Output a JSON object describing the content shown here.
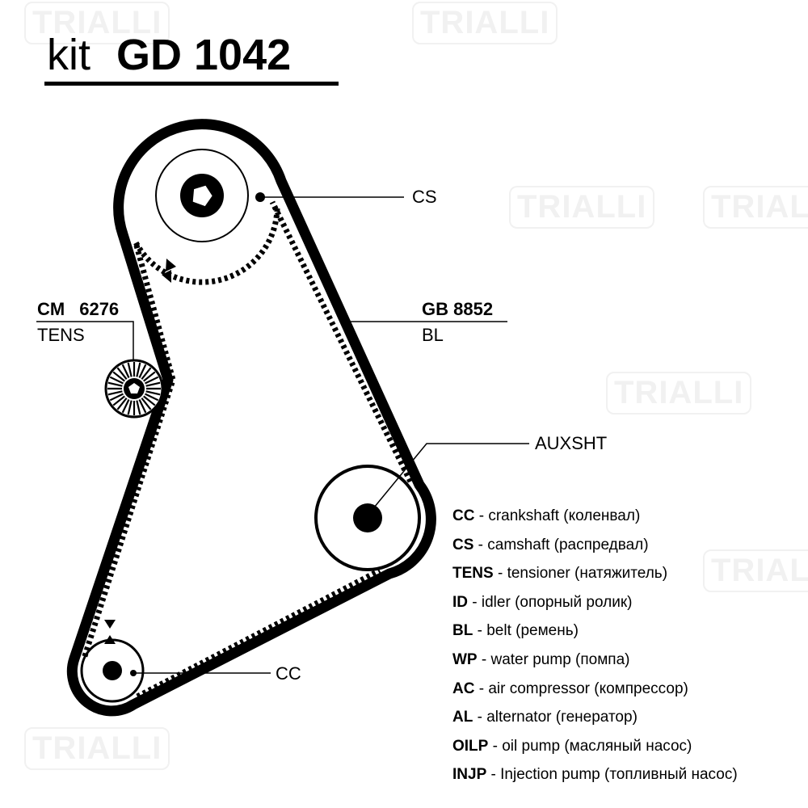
{
  "watermark": "TRIALLI",
  "title": {
    "prefix": "kit",
    "code": "GD 1042"
  },
  "labels": {
    "cs": "CS",
    "belt_code": "GB 8852",
    "belt_type": "BL",
    "tens_code_a": "CM",
    "tens_code_b": "6276",
    "tens_type": "TENS",
    "auxsht": "AUXSHT",
    "cc": "CC"
  },
  "legend": [
    {
      "abbr": "CC",
      "text": " - crankshaft (коленвал)"
    },
    {
      "abbr": "CS",
      "text": " - camshaft (распредвал)"
    },
    {
      "abbr": "TENS",
      "text": " - tensioner (натяжитель)"
    },
    {
      "abbr": "ID",
      "text": " - idler (опорный ролик)"
    },
    {
      "abbr": "BL",
      "text": " - belt (ремень)"
    },
    {
      "abbr": "WP",
      "text": " - water pump (помпа)"
    },
    {
      "abbr": "AC",
      "text": " - air compressor (компрессор)"
    },
    {
      "abbr": "AL",
      "text": " - alternator (генератор)"
    },
    {
      "abbr": "OILP",
      "text": " - oil pump (масляный насос)"
    },
    {
      "abbr": "INJP",
      "text": " - Injection pump (топливный насос)"
    }
  ]
}
